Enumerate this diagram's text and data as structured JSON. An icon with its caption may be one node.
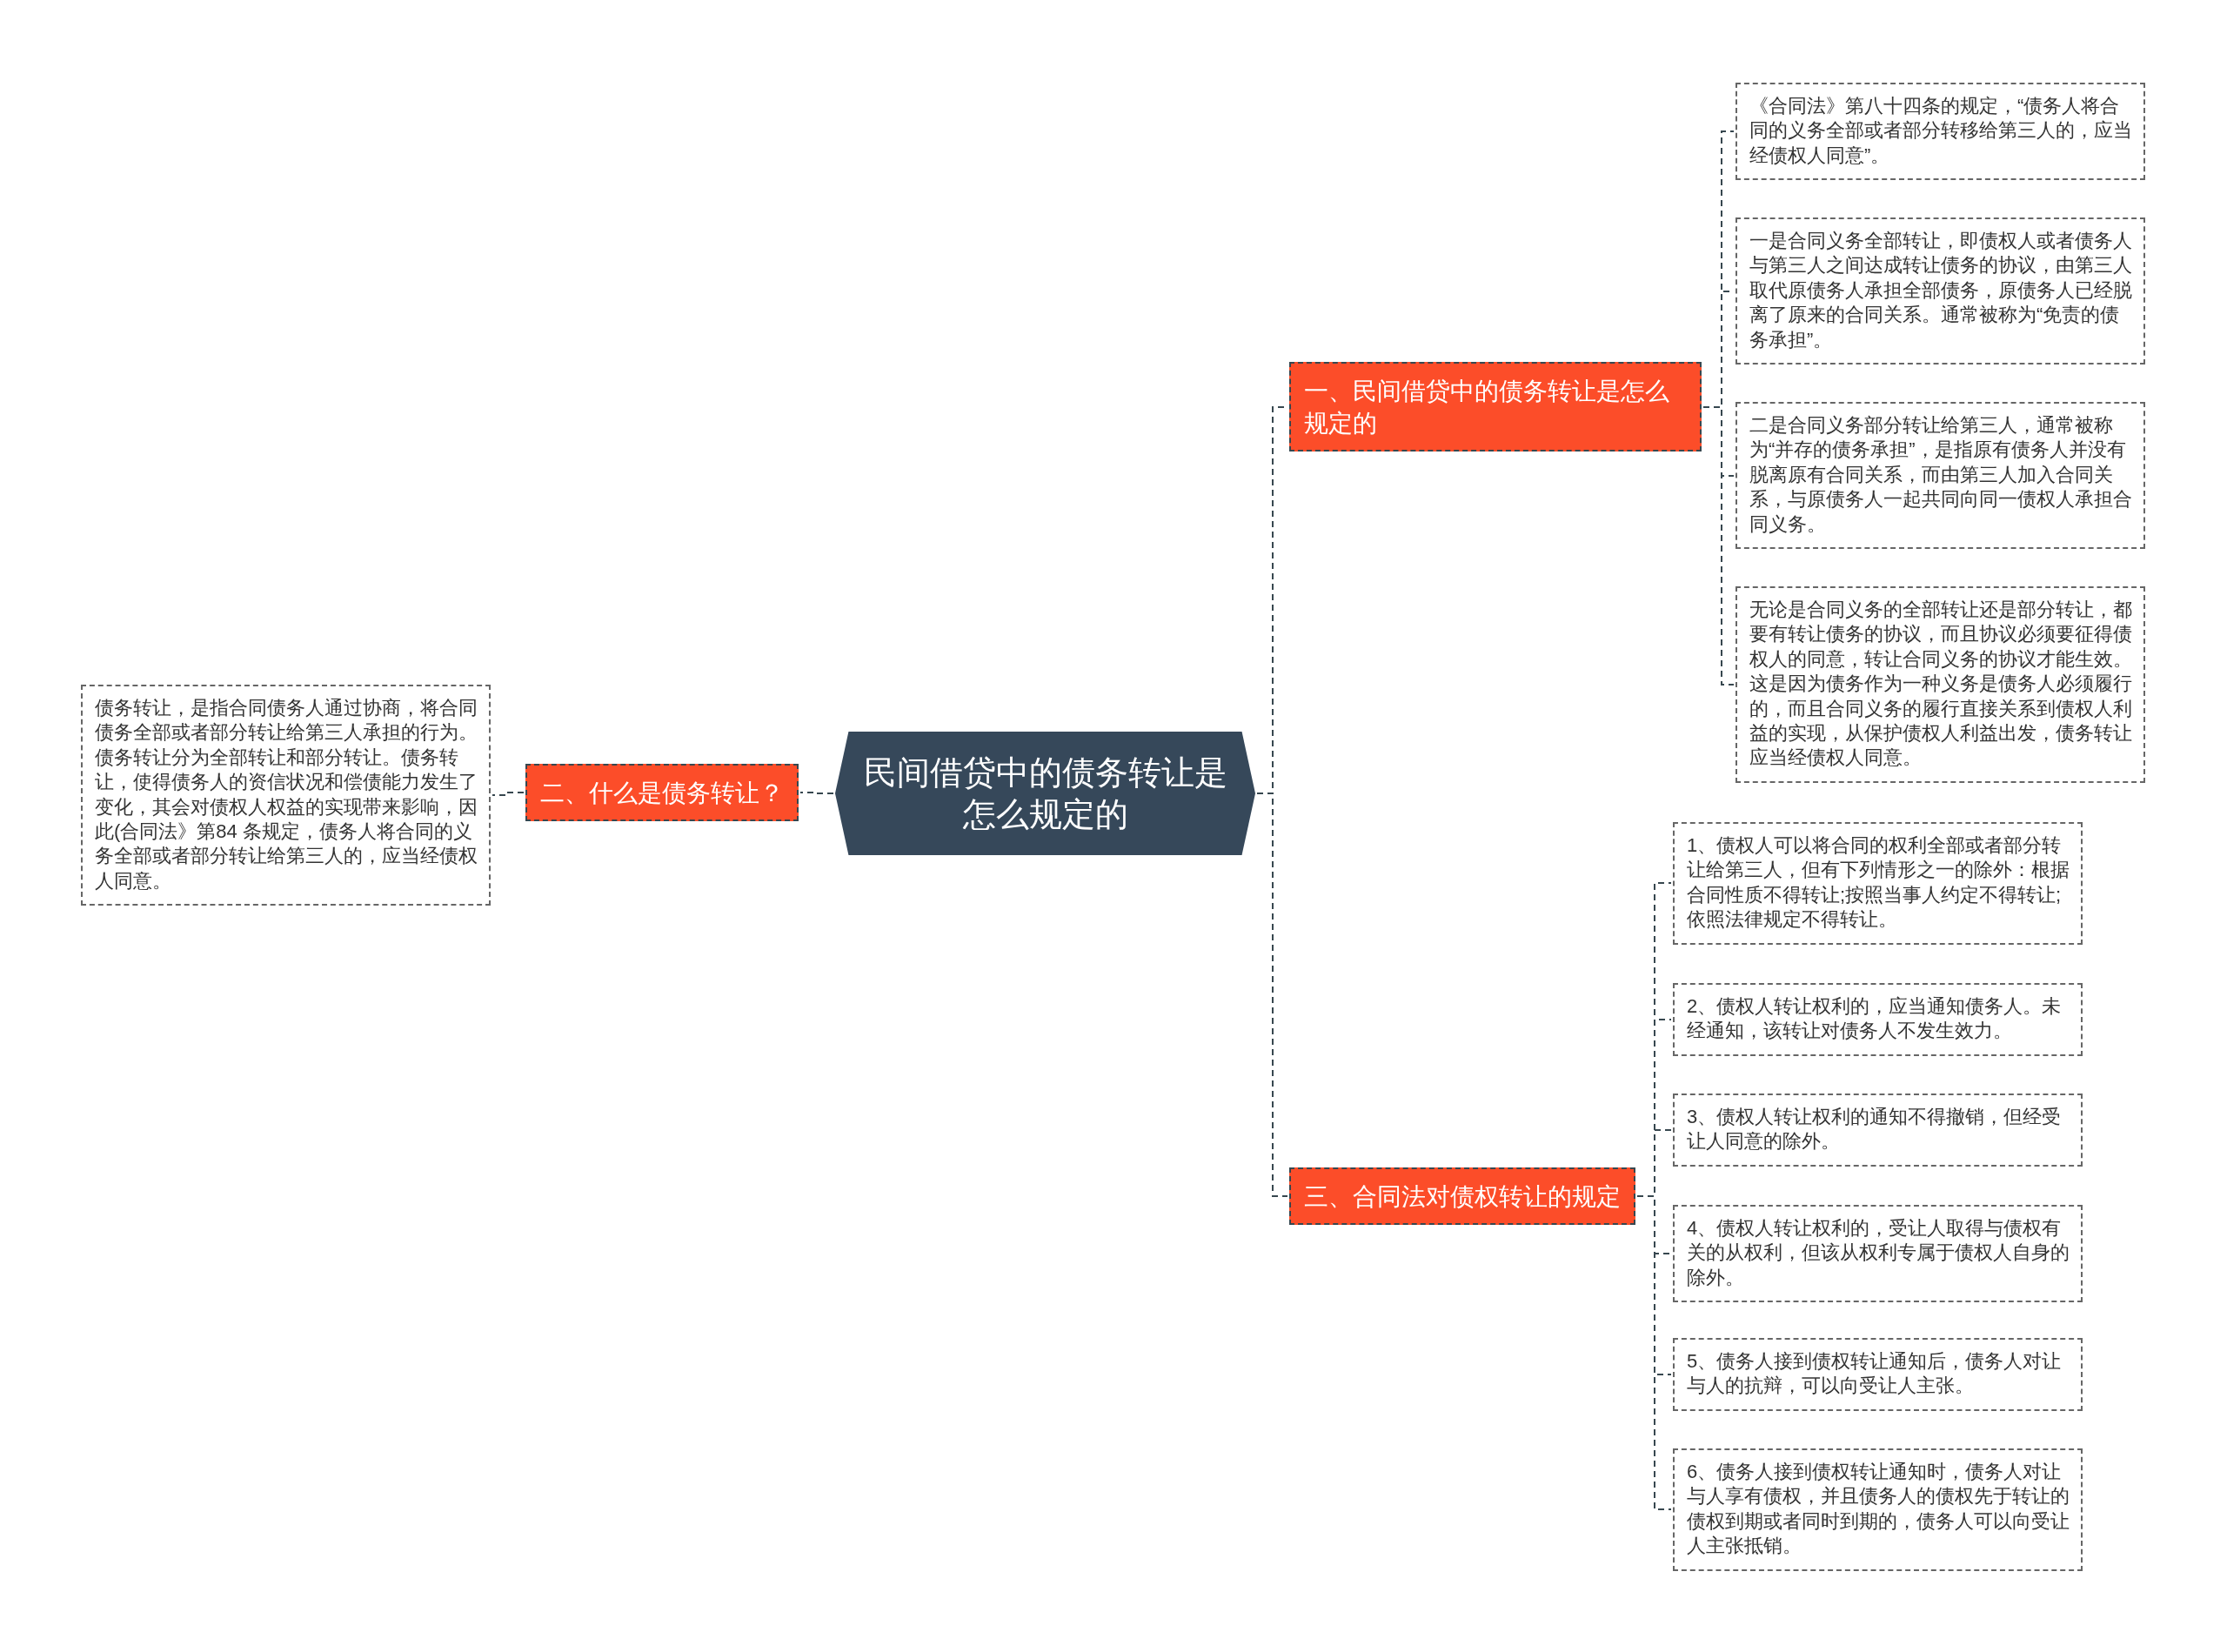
{
  "diagram": {
    "nodes": [
      {
        "text": [
          "民间借贷中的债务转让是怎么规定的"
        ]
      },
      {
        "text": [
          "一、民间借贷中的债务转让是怎么规定的"
        ]
      },
      {
        "text": [
          "《合同法》第八十四条的规定，“债务人将合同的义务全部或者部分转移给第三人的，应当经债权人同意”。"
        ]
      },
      {
        "text": [
          "一是合同义务全部转让，即债权人或者债务人与第三人之间达成转让债务的协议，由第三人取代原债务人承担全部债务，原债务人已经脱离了原来的合同关系。通常被称为“免责的债务承担”。"
        ]
      },
      {
        "text": [
          "二是合同义务部分转让给第三人，通常被称为“并存的债务承担”，是指原有债务人并没有脱离原有合同关系，而由第三人加入合同关系，与原债务人一起共同向同一债权人承担合同义务。"
        ]
      },
      {
        "text": [
          "无论是合同义务的全部转让还是部分转让，都要有转让债务的协议，而且协议必须要征得债权人的同意，转让合同义务的协议才能生效。这是因为债务作为一种义务是债务人必须履行的，而且合同义务的履行直接关系到债权人利益的实现，从保护债权人利益出发，债务转让应当经债权人同意。"
        ]
      },
      {
        "text": [
          "二、什么是债务转让？"
        ]
      },
      {
        "text": [
          "债务转让，是指合同债务人通过协商，将合同债务全部或者部分转让给第三人承担的行为。债务转让分为全部转让和部分转让。债务转让，使得债务人的资信状况和偿债能力发生了变化，其会对债权人权益的实现带来影响，因此(合同法》第84 条规定，债务人将合同的义务全部或者部分转让给第三人的，应当经债权人同意。"
        ]
      },
      {
        "text": [
          "三、合同法对债权转让的规定"
        ]
      },
      {
        "text": [
          "1、债权人可以将合同的权利全部或者部分转让给第三人，但有下列情形之一的除外：根据合同性质不得转让;按照当事人约定不得转让;依照法律规定不得转让。"
        ]
      },
      {
        "text": [
          "2、债权人转让权利的，应当通知债务人。未经通知，该转让对债务人不发生效力。"
        ]
      },
      {
        "text": [
          "3、债权人转让权利的通知不得撤销，但经受让人同意的除外。"
        ]
      },
      {
        "text": [
          "4、债权人转让权利的，受让人取得与债权有关的从权利，但该从权利专属于债权人自身的除外。"
        ]
      },
      {
        "text": [
          "5、债务人接到债权转让通知后，债务人对让与人的抗辩，可以向受让人主张。"
        ]
      },
      {
        "text": [
          "6、债务人接到债权转让通知时，债务人对让与人享有债权，并且债务人的债权先于转让的债权到期或者同时到期的，债务人可以向受让人主张抵销。"
        ]
      }
    ],
    "edges": [
      {
        "from": 0,
        "to": 1,
        "arrow": "none",
        "style": "dashed"
      },
      {
        "from": 1,
        "to": 2,
        "arrow": "none",
        "style": "dashed"
      },
      {
        "from": 1,
        "to": 3,
        "arrow": "none",
        "style": "dashed"
      },
      {
        "from": 1,
        "to": 4,
        "arrow": "none",
        "style": "dashed"
      },
      {
        "from": 1,
        "to": 5,
        "arrow": "none",
        "style": "dashed"
      },
      {
        "from": 0,
        "to": 6,
        "arrow": "none",
        "style": "dashed"
      },
      {
        "from": 6,
        "to": 7,
        "arrow": "none",
        "style": "dashed"
      },
      {
        "from": 0,
        "to": 8,
        "arrow": "none",
        "style": "dashed"
      },
      {
        "from": 8,
        "to": 9,
        "arrow": "none",
        "style": "dashed"
      },
      {
        "from": 8,
        "to": 10,
        "arrow": "none",
        "style": "dashed"
      },
      {
        "from": 8,
        "to": 11,
        "arrow": "none",
        "style": "dashed"
      },
      {
        "from": 8,
        "to": 12,
        "arrow": "none",
        "style": "dashed"
      },
      {
        "from": 8,
        "to": 13,
        "arrow": "none",
        "style": "dashed"
      },
      {
        "from": 8,
        "to": 14,
        "arrow": "none",
        "style": "dashed"
      }
    ]
  }
}
